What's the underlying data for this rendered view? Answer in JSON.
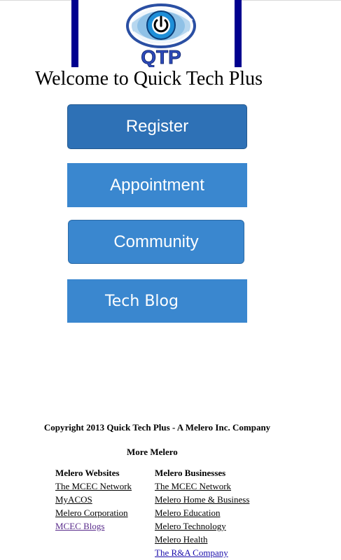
{
  "logo": {
    "text": "QTP"
  },
  "welcome": {
    "title": "Welcome to Quick Tech Plus"
  },
  "nav": {
    "register": "Register",
    "appointment": "Appointment",
    "community": "Community",
    "tech_blog": "Tech Blog"
  },
  "footer": {
    "copyright": "Copyright 2013 Quick Tech Plus - A Melero Inc. Company",
    "more_title": "More Melero",
    "websites": {
      "heading": "Melero Websites",
      "links": [
        "The MCEC Network",
        "MyACOS",
        "Melero Corporation",
        "MCEC Blogs"
      ]
    },
    "businesses": {
      "heading": "Melero Businesses",
      "links": [
        "The MCEC Network",
        "Melero Home & Business",
        "Melero Education",
        "Melero Technology",
        "Melero Health",
        "The R&A Company"
      ]
    }
  },
  "colors": {
    "logo_frame": "#00008f",
    "button_dark": "#2e71b6",
    "button": "#3a87cf"
  }
}
